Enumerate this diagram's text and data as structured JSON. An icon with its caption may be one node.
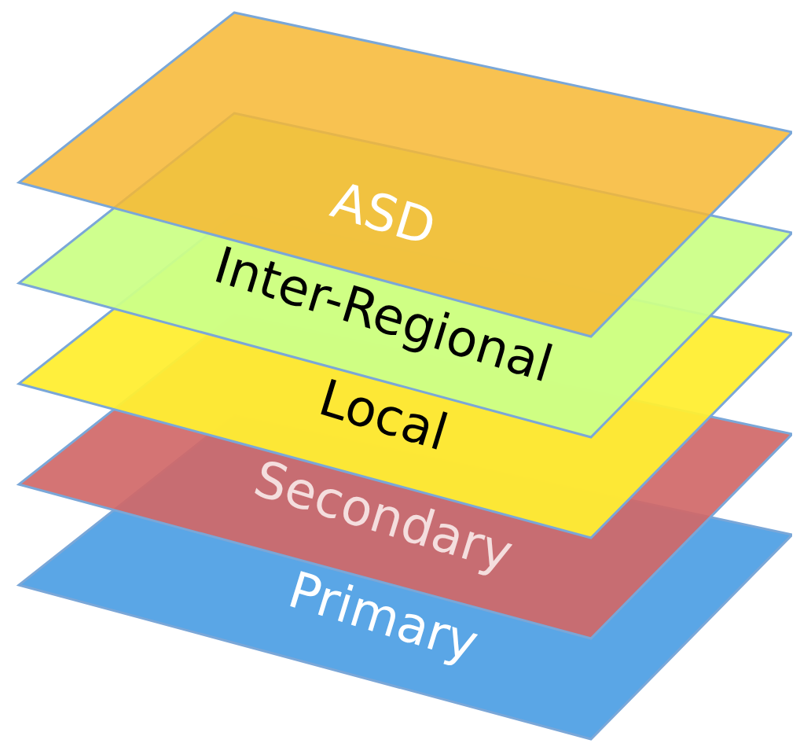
{
  "diagram": {
    "nodes": [
      {
        "text": [
          "ASD"
        ]
      },
      {
        "text": [
          "Inter-Regional"
        ]
      },
      {
        "text": [
          "Local"
        ]
      },
      {
        "text": [
          "Secondary"
        ]
      },
      {
        "text": [
          "Primary"
        ]
      }
    ]
  }
}
